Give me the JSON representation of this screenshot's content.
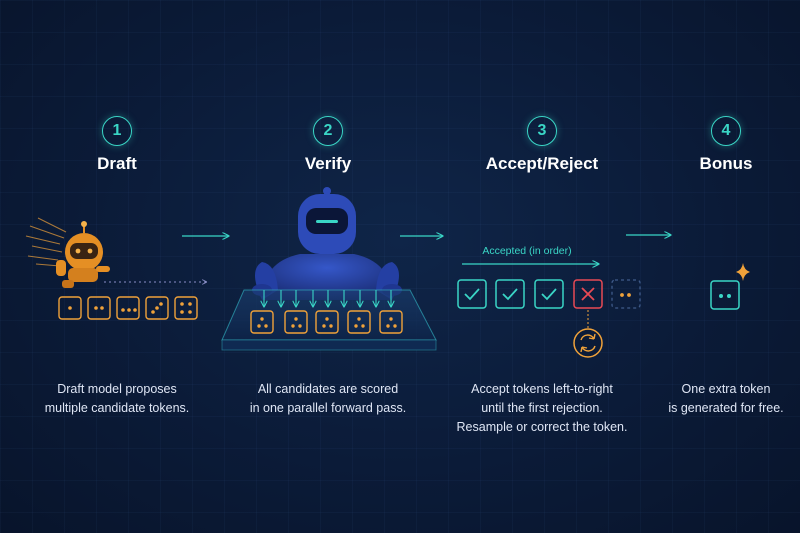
{
  "steps": [
    {
      "number": "1",
      "title": "Draft",
      "desc_lines": [
        "Draft model proposes",
        "multiple candidate tokens."
      ]
    },
    {
      "number": "2",
      "title": "Verify",
      "desc_lines": [
        "All candidates are scored",
        "in one parallel forward pass."
      ]
    },
    {
      "number": "3",
      "title": "Accept/Reject",
      "desc_lines": [
        "Accept tokens left-to-right",
        "until the first rejection.",
        "Resample or correct the token."
      ]
    },
    {
      "number": "4",
      "title": "Bonus",
      "desc_lines": [
        "One extra token",
        "is generated for free."
      ]
    }
  ],
  "accepted_label": "Accepted (in order)",
  "colors": {
    "accent": "#3ad6c6",
    "orange": "#f0a23a",
    "reject": "#e84a55",
    "robot_blue": "#2d4bb8"
  }
}
